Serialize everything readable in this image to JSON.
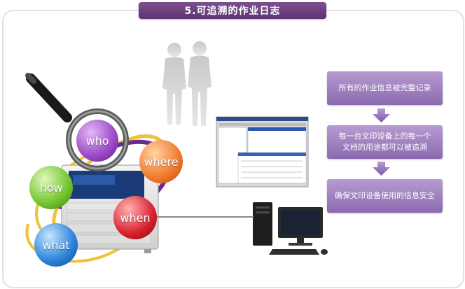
{
  "title": "5.可追溯的作业日志",
  "steps": [
    {
      "line1": "所有的作业信息被完整记录",
      "line2": ""
    },
    {
      "line1": "每一台文印设备上的每一个",
      "line2": "文档的用途都可以被追溯"
    },
    {
      "line1": "确保文印设备使用的信息安全",
      "line2": ""
    }
  ],
  "bubbles": {
    "who": "who",
    "where": "where",
    "how": "how",
    "when": "when",
    "what": "what"
  },
  "colors": {
    "accent": "#6a3f7e",
    "step_fill": "#9a7cbb",
    "who": "#9a48c4",
    "where": "#f07a2c",
    "how": "#72c42e",
    "when": "#d9202e",
    "what": "#2a82d8",
    "orbit_yellow": "#f0c23a",
    "orbit_purple": "#6a2a8c"
  },
  "icons": [
    "magnifier-icon",
    "printer-icon",
    "business-people-icon",
    "software-window-icon",
    "desktop-computer-icon",
    "down-arrow-icon"
  ]
}
